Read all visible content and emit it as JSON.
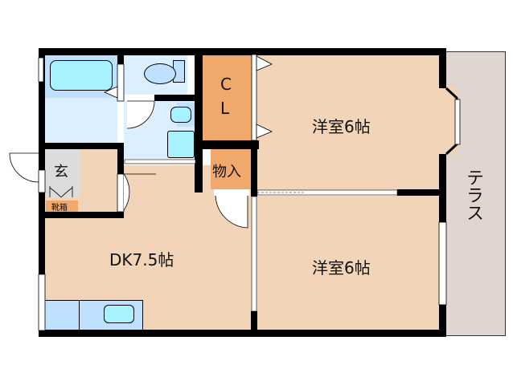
{
  "floorplan": {
    "rooms": {
      "western_room_1": {
        "label": "洋室6帖"
      },
      "western_room_2": {
        "label": "洋室6帖"
      },
      "dining_kitchen": {
        "label": "DK7.5帖"
      },
      "closet": {
        "label_line1": "C",
        "label_line2": "L"
      },
      "storage": {
        "label": "物入"
      },
      "entrance": {
        "label": "玄"
      },
      "shoe_box": {
        "label": "靴箱"
      },
      "terrace": {
        "label": "テラス"
      }
    },
    "colors": {
      "room": "#f2d4b8",
      "closet": "#f0a96b",
      "wet_area": "#dcefff",
      "fixture": "#bfe0ff",
      "fixture_inner": "#a8f2ff",
      "entrance": "#dcdcdc",
      "terrace": "#e0d6cf",
      "wall": "#000000"
    }
  }
}
